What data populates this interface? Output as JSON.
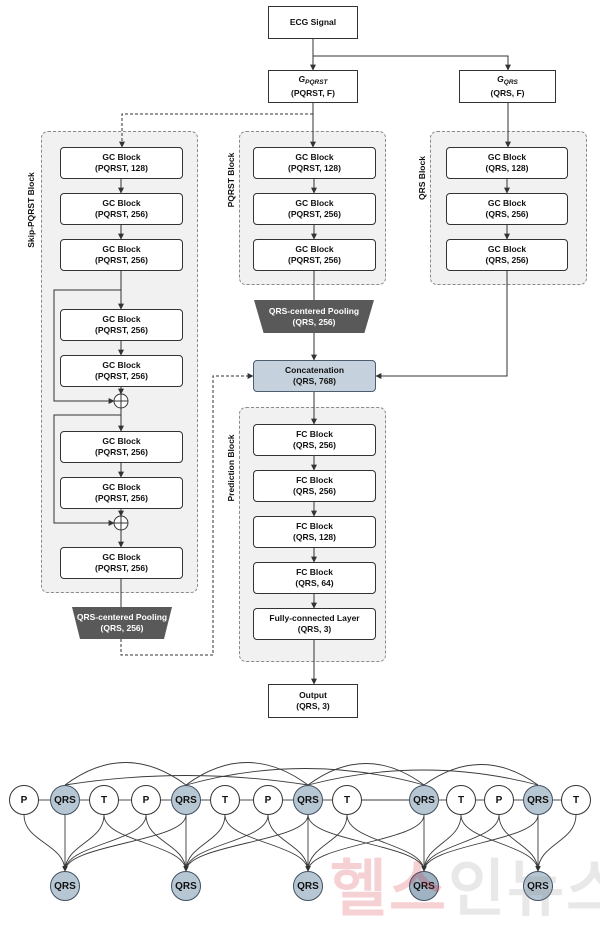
{
  "diagram": {
    "ecg_signal": "ECG Signal",
    "g_pqrst": {
      "g": "G",
      "sub": "PQRST",
      "params": "(PQRST, F)"
    },
    "g_qrs": {
      "g": "G",
      "sub": "QRS",
      "params": "(QRS, F)"
    },
    "groups": {
      "skip_pqrst": "Skip-PQRST Block",
      "pqrst": "PQRST Block",
      "qrs": "QRS Block",
      "prediction": "Prediction Block"
    },
    "skip_blocks": [
      {
        "title": "GC Block",
        "params": "(PQRST, 128)"
      },
      {
        "title": "GC Block",
        "params": "(PQRST, 256)"
      },
      {
        "title": "GC Block",
        "params": "(PQRST, 256)"
      },
      {
        "title": "GC Block",
        "params": "(PQRST, 256)"
      },
      {
        "title": "GC Block",
        "params": "(PQRST, 256)"
      },
      {
        "title": "GC Block",
        "params": "(PQRST, 256)"
      },
      {
        "title": "GC Block",
        "params": "(PQRST, 256)"
      },
      {
        "title": "GC Block",
        "params": "(PQRST, 256)"
      }
    ],
    "pqrst_blocks": [
      {
        "title": "GC Block",
        "params": "(PQRST, 128)"
      },
      {
        "title": "GC Block",
        "params": "(PQRST, 256)"
      },
      {
        "title": "GC Block",
        "params": "(PQRST, 256)"
      }
    ],
    "qrs_blocks": [
      {
        "title": "GC Block",
        "params": "(QRS, 128)"
      },
      {
        "title": "GC Block",
        "params": "(QRS, 256)"
      },
      {
        "title": "GC Block",
        "params": "(QRS, 256)"
      }
    ],
    "pool_skip": {
      "title": "QRS-centered Pooling",
      "params": "(QRS, 256)"
    },
    "pool_pqrst": {
      "title": "QRS-centered Pooling",
      "params": "(QRS, 256)"
    },
    "concat": {
      "title": "Concatenation",
      "params": "(QRS, 768)"
    },
    "pred_blocks": [
      {
        "title": "FC Block",
        "params": "(QRS, 256)"
      },
      {
        "title": "FC Block",
        "params": "(QRS, 256)"
      },
      {
        "title": "FC Block",
        "params": "(QRS, 128)"
      },
      {
        "title": "FC Block",
        "params": "(QRS, 64)"
      },
      {
        "title": "Fully-connected Layer",
        "params": "(QRS, 3)"
      }
    ],
    "output": {
      "title": "Output",
      "params": "(QRS, 3)"
    }
  },
  "graph": {
    "top_nodes": [
      "P",
      "QRS",
      "T",
      "P",
      "QRS",
      "T",
      "P",
      "QRS",
      "T",
      "QRS",
      "T",
      "P",
      "QRS",
      "T"
    ],
    "bottom_nodes": [
      "QRS",
      "QRS",
      "QRS",
      "QRS",
      "QRS"
    ]
  },
  "watermark": {
    "part1": "헬스",
    "part2": "인뉴스"
  },
  "colors": {
    "concat_fill": "#c5d2de",
    "pool_fill": "#595959",
    "group_fill": "#f1f1f1",
    "qrs_node_fill": "#b7c6d3",
    "watermark_red": "#d01e2b"
  }
}
